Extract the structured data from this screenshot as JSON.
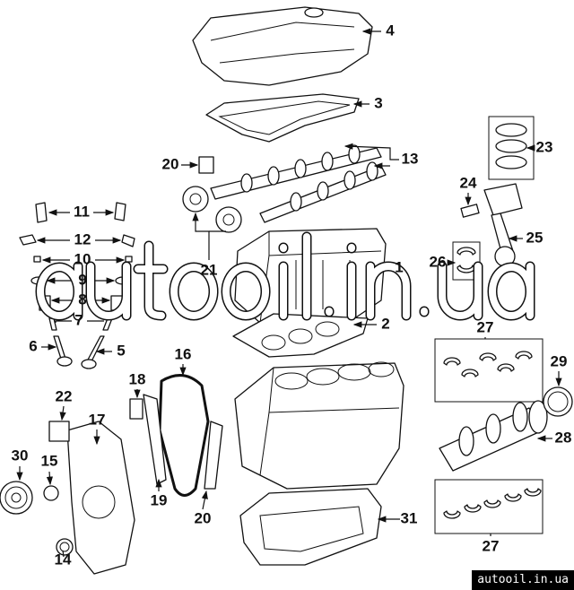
{
  "labels": {
    "l4": "4",
    "l3": "3",
    "l13": "13",
    "l23": "23",
    "l20a": "20",
    "l24": "24",
    "l25": "25",
    "l11": "11",
    "l12": "12",
    "l10": "10",
    "l26": "26",
    "l21": "21",
    "l1": "1",
    "l9": "9",
    "l8": "8",
    "l7": "7",
    "l2": "2",
    "l6": "6",
    "l5": "5",
    "l27a": "27",
    "l16": "16",
    "l29": "29",
    "l18": "18",
    "l22": "22",
    "l17": "17",
    "l28": "28",
    "l30": "30",
    "l15": "15",
    "l19": "19",
    "l20b": "20",
    "l31": "31",
    "l27b": "27",
    "l14": "14"
  },
  "watermark": "autooil.in.ua",
  "footer": "autooil.in.ua"
}
